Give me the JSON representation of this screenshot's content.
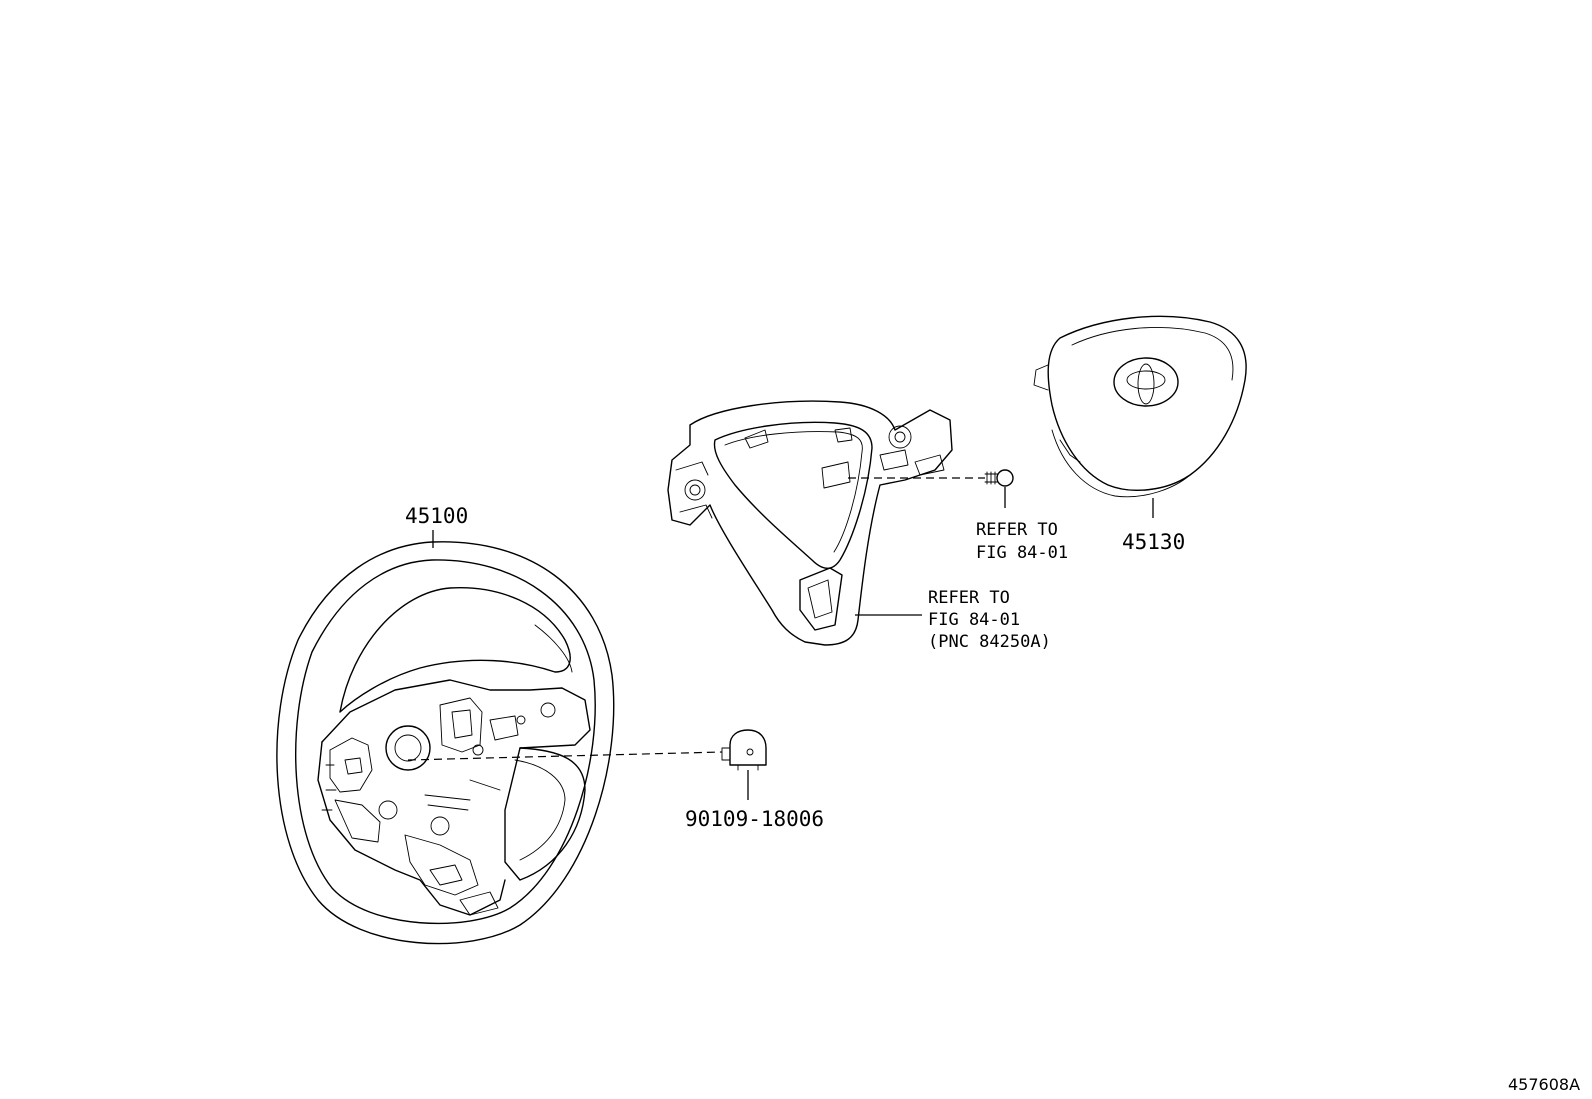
{
  "diagram": {
    "parts": [
      {
        "id": "steering-wheel",
        "number": "45100"
      },
      {
        "id": "airbag-pad",
        "number": "45130"
      },
      {
        "id": "nut",
        "number": "90109-18006"
      }
    ],
    "notes": {
      "screw": [
        "REFER TO",
        "FIG 84-01"
      ],
      "switch_bezel": [
        "REFER TO",
        "FIG 84-01",
        "(PNC 84250A)"
      ]
    },
    "figure_id": "457608A"
  }
}
